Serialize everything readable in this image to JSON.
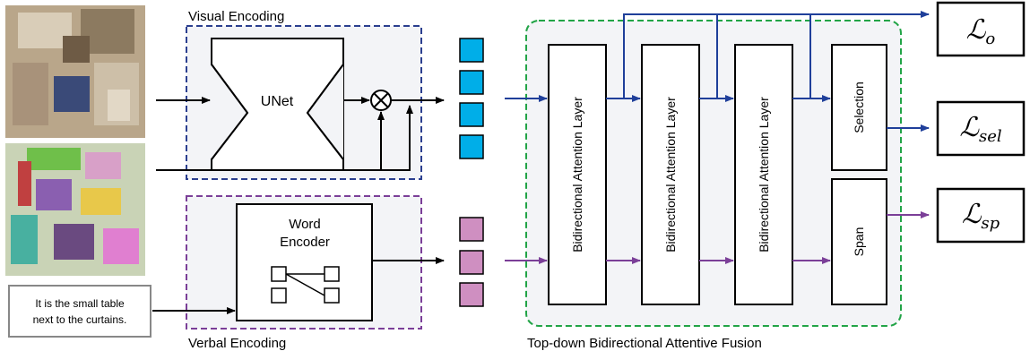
{
  "visual_encoding": {
    "title": "Visual Encoding",
    "unet_label": "UNet"
  },
  "verbal_encoding": {
    "title": "Verbal Encoding",
    "encoder_line1": "Word",
    "encoder_line2": "Encoder"
  },
  "query": {
    "line1": "It is the small table",
    "line2": "next to the curtains."
  },
  "fusion": {
    "title": "Top-down Bidirectional Attentive Fusion",
    "layers": [
      "Bidirectional Attention Layer",
      "Bidirectional Attention Layer",
      "Bidirectional Attention Layer"
    ],
    "selection_label": "Selection",
    "span_label": "Span"
  },
  "losses": {
    "o": {
      "symbol": "ℒ",
      "sub": "o"
    },
    "sel": {
      "symbol": "ℒ",
      "sub": "sel"
    },
    "sp": {
      "symbol": "ℒ",
      "sub": "sp"
    }
  },
  "colors": {
    "visual_border": "#2b3f8f",
    "verbal_border": "#7b3f98",
    "fusion_border": "#22a447",
    "visual_arrow": "#1f3f9a",
    "verbal_arrow": "#7b3f98",
    "visual_token": "#00aee8",
    "verbal_token": "#cf8fc1",
    "panel_fill": "#f3f4f7"
  }
}
